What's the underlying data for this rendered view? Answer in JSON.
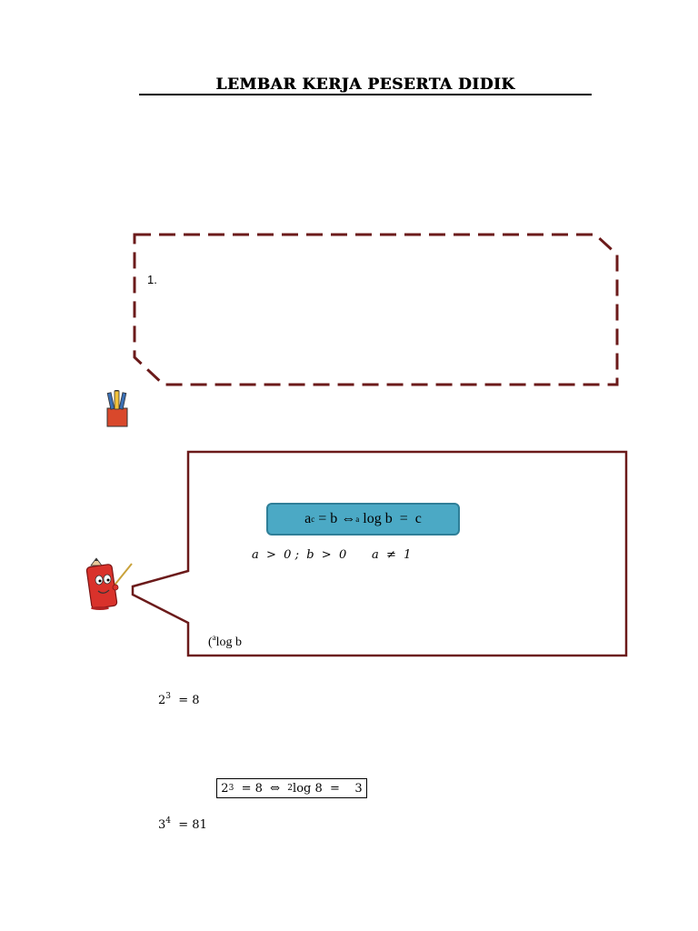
{
  "title": "LEMBAR KERJA PESERTA DIDIK",
  "dashed_box": {
    "item_number": "1."
  },
  "icons": {
    "pencil_cup": "pencil-cup-icon",
    "pencil_teacher": "pencil-teacher-icon"
  },
  "speech_box": {
    "formula": {
      "a": "a",
      "c": "c",
      "eq": " = b ⇔",
      "a2": "a",
      "rest": " log b  =  c"
    },
    "conditions_1": "a  >  0 ;  b  >  0",
    "conditions_2": "a  ≠  1",
    "note_open": "(",
    "note_a": "a",
    "note_rest": "log b"
  },
  "examples": [
    {
      "base": "2",
      "exp": "3",
      "rhs": "  = 8"
    },
    {
      "base": "3",
      "exp": "4",
      "rhs": "  = 81"
    }
  ],
  "boxed_example": {
    "base": "2",
    "exp": "3",
    "mid": "  = 8  ⇔  ",
    "logbase": "2",
    "tail": "log 8  =    3"
  },
  "colors": {
    "border": "#6b1a1a",
    "formula_fill": "#4ba9c5",
    "formula_border": "#2f7f98",
    "pencil_red": "#d9322b"
  }
}
